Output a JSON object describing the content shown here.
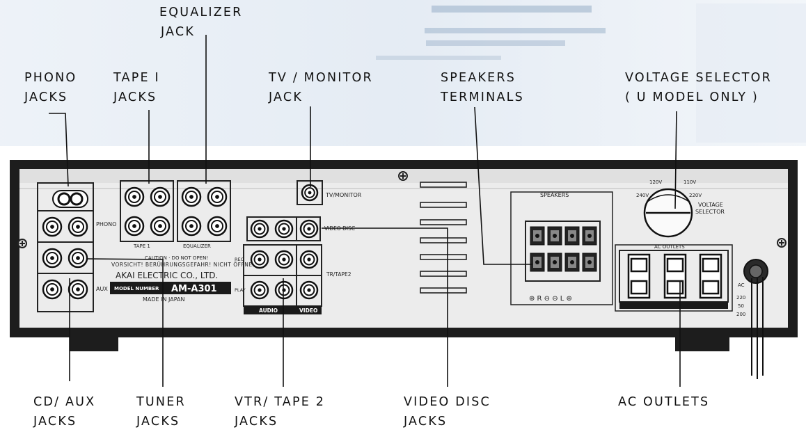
{
  "callouts_top": {
    "equalizer": [
      "EQUALIZER",
      "JACK"
    ],
    "phono": [
      "PHONO",
      "JACKS"
    ],
    "tape1": [
      "TAPE I",
      "JACKS"
    ],
    "tv_monitor": [
      "TV / MONITOR",
      "JACK"
    ],
    "speakers": [
      "SPEAKERS",
      "TERMINALS"
    ],
    "voltage": [
      "VOLTAGE  SELECTOR",
      "( U  MODEL  ONLY )"
    ]
  },
  "callouts_bottom": {
    "cd_aux": [
      "CD/ AUX",
      "JACKS"
    ],
    "tuner": [
      "TUNER",
      "JACKS"
    ],
    "vtr_tape2": [
      "VTR/ TAPE  2",
      "JACKS"
    ],
    "video_disc": [
      "VIDEO  DISC",
      "JACKS"
    ],
    "ac_outlets": [
      "AC  OUTLETS"
    ]
  },
  "panel": {
    "tape1_label": "TAPE 1",
    "equalizer_label": "EQUALIZER",
    "tv_monitor_label": "TV/MONITOR",
    "video_disc_label": "VIDEO DISC",
    "tr_tape2_label": "TR/TAPE2",
    "phono_label": "PHONO",
    "aux_label": "AUX",
    "audio_label": "AUDIO",
    "video_label": "VIDEO",
    "speakers_label": "SPEAKERS",
    "ac_outlets_label": "AC OUTLETS",
    "voltage_selector_label": [
      "VOLTAGE",
      "SELECTOR"
    ],
    "voltage_120": "120V",
    "voltage_110": "110V",
    "voltage_240": "240V",
    "voltage_220": "220V",
    "warning_text": "VORSICHT! BERÜHRUNGSGEFAHR! NICHT ÖFFNEN!",
    "caution_text": "CAUTION · DO NOT OPEN!",
    "manufacturer": "AKAI ELECTRIC CO., LTD.",
    "model_number_label": "MODEL NUMBER",
    "model_number": "AM-A301",
    "made_in": "MADE IN JAPAN",
    "ac_rating": [
      "AC",
      "220",
      "50",
      "200"
    ],
    "rec_label": "REC",
    "play_label": "PLAY",
    "r_label": "R",
    "l_label": "L"
  },
  "colors": {
    "panel_fill": "#e9e9e9",
    "panel_dark": "#1a1a1a",
    "scan_tint": "#c9d8e8"
  }
}
